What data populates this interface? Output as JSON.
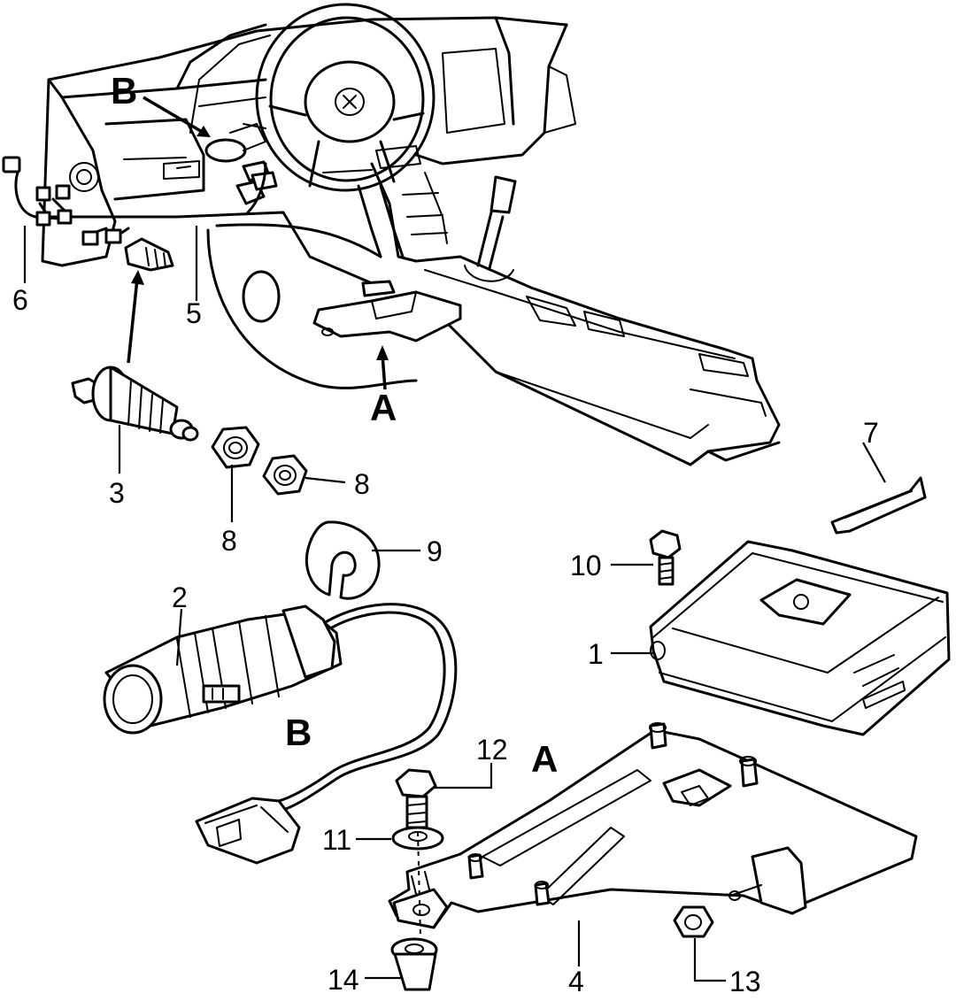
{
  "callouts": {
    "c1": "1",
    "c2": "2",
    "c3": "3",
    "c4": "4",
    "c5": "5",
    "c6": "6",
    "c7": "7",
    "c8a": "8",
    "c8b": "8",
    "c9": "9",
    "c10": "10",
    "c11": "11",
    "c12": "12",
    "c13": "13",
    "c14": "14"
  },
  "detail_labels": {
    "b_top": "B",
    "a_top": "A",
    "b_detail": "B",
    "a_detail": "A"
  },
  "icons": {
    "dashboard": "dashboard-assembly",
    "module": "control-unit-box",
    "bracket": "mounting-bracket",
    "lighter": "cigar-lighter"
  }
}
